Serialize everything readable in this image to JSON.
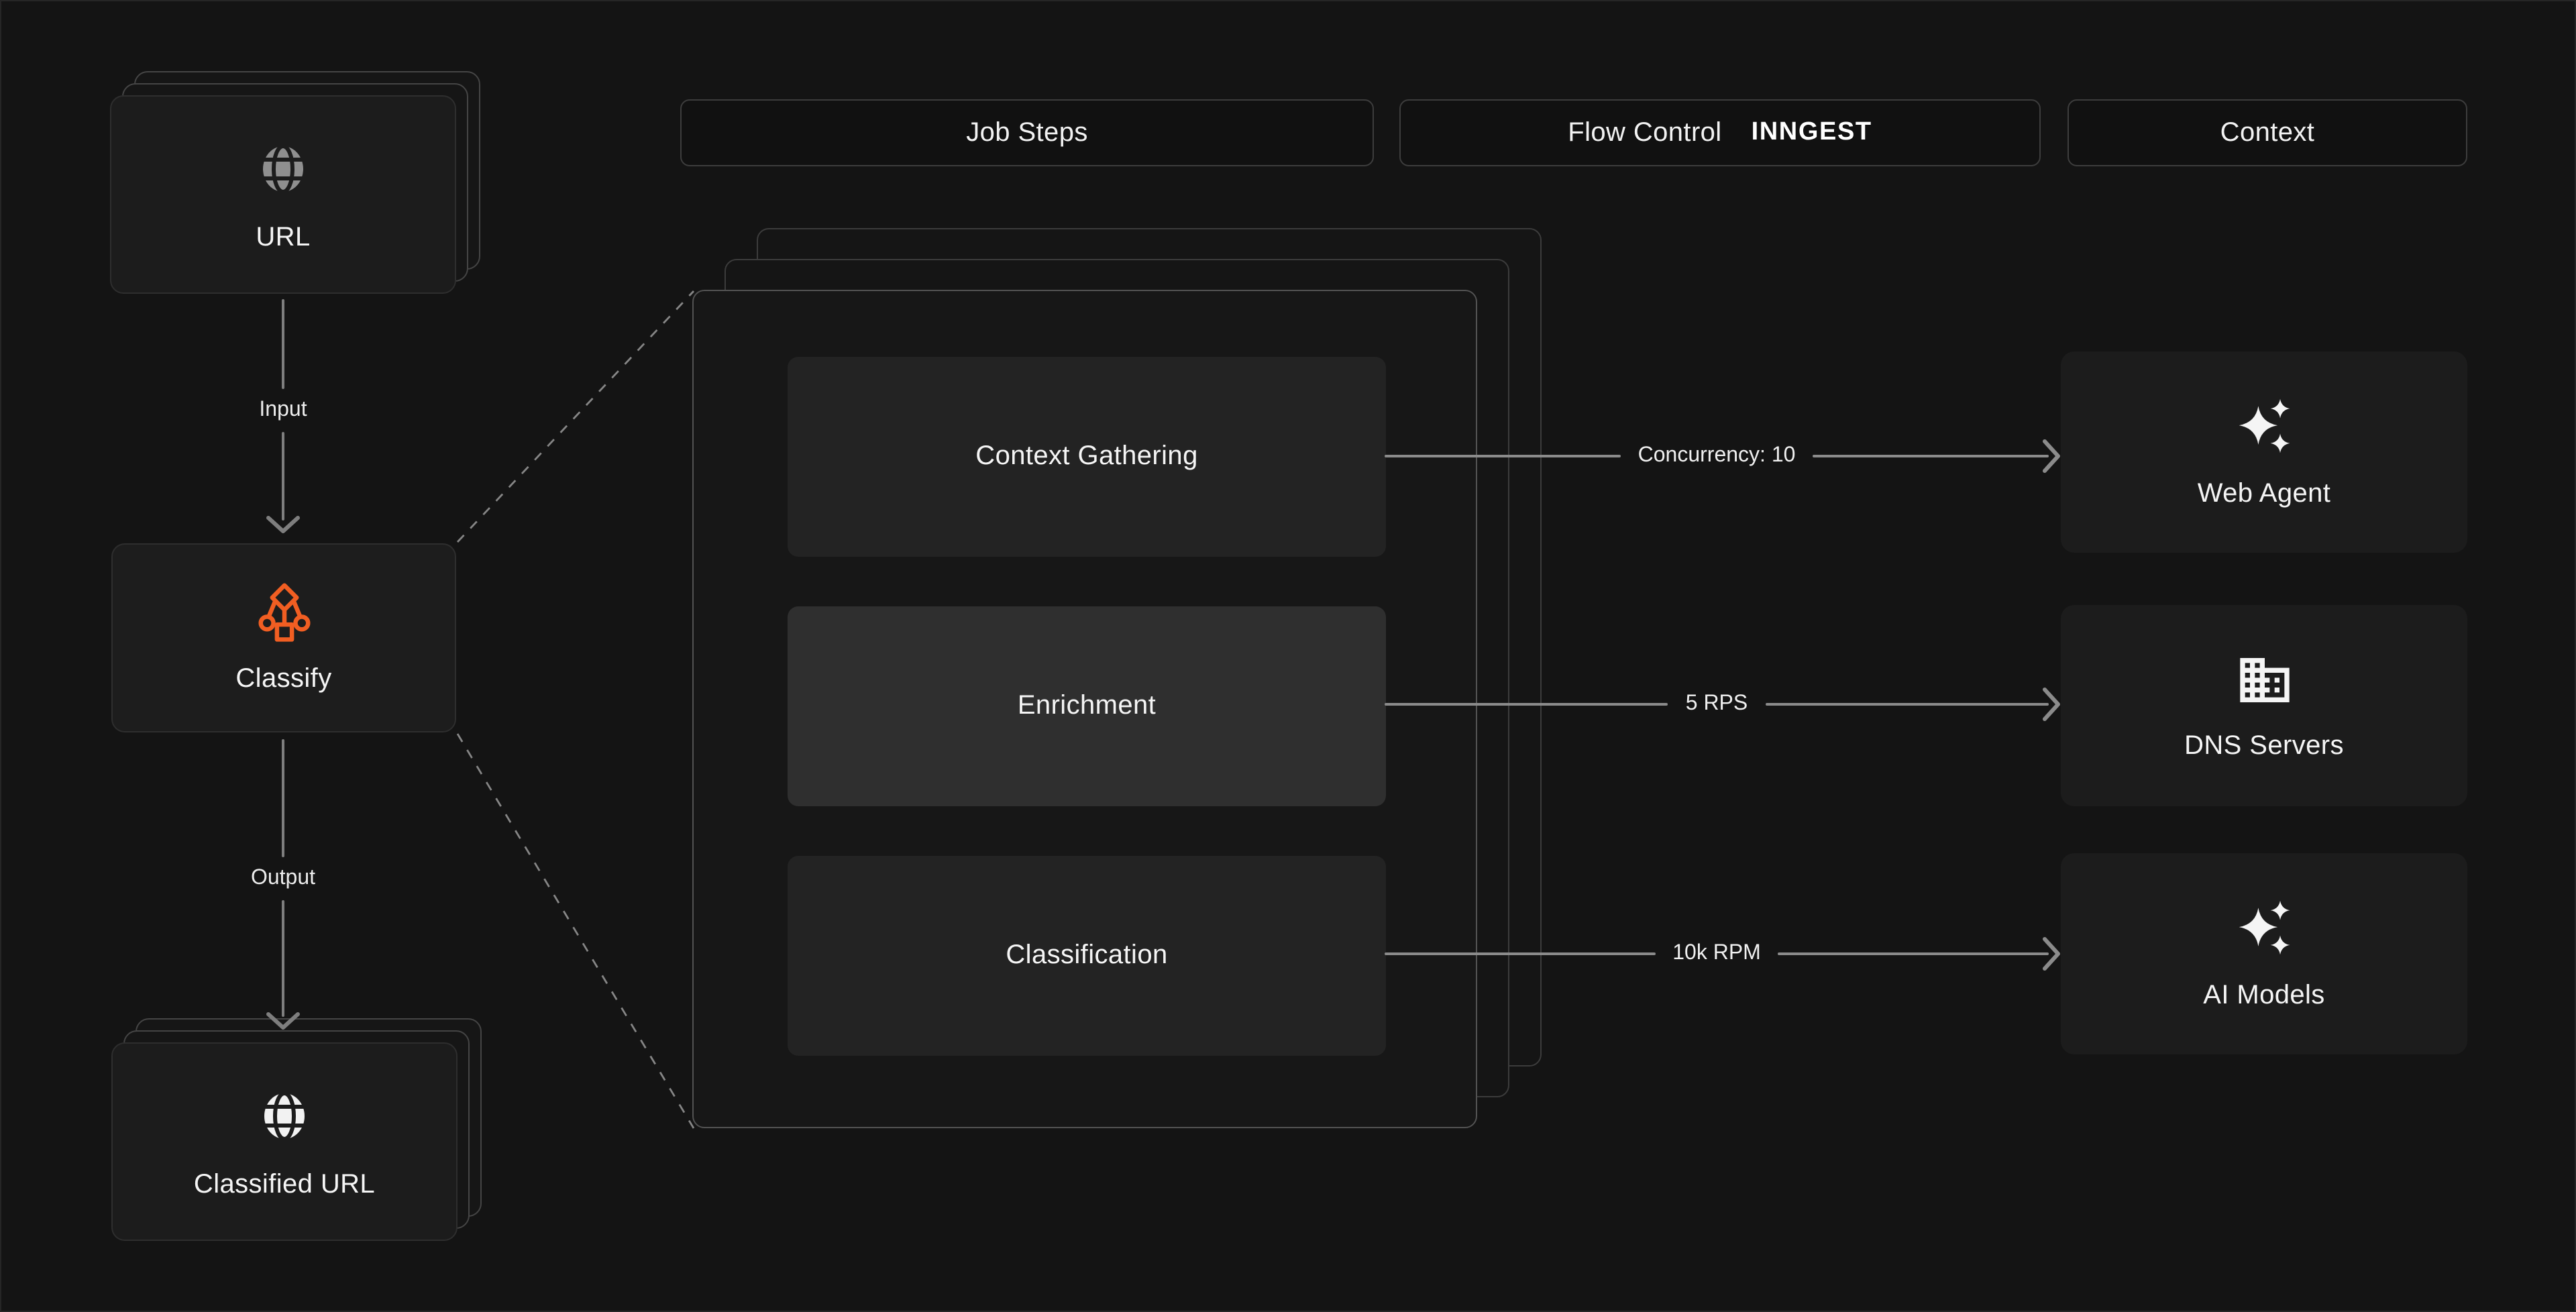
{
  "header_row": {
    "job_steps_label": "Job Steps",
    "flow_control_label": "Flow Control",
    "brand_logo": "INNGEST",
    "context_label": "Context"
  },
  "input_pipeline": {
    "url_card": {
      "label": "URL",
      "icon": "globe-icon"
    },
    "input_arrow_label": "Input",
    "classify_card": {
      "label": "Classify",
      "icon": "classify-workflow-icon"
    },
    "output_arrow_label": "Output",
    "classified_url_card": {
      "label": "Classified URL",
      "icon": "globe-icon"
    }
  },
  "job_steps": [
    {
      "label": "Context Gathering"
    },
    {
      "label": "Enrichment"
    },
    {
      "label": "Classification"
    }
  ],
  "flow_control_arrows": [
    {
      "label": "Concurrency: 10"
    },
    {
      "label": "5 RPS"
    },
    {
      "label": "10k RPM"
    }
  ],
  "context_services": [
    {
      "label": "Web Agent",
      "icon": "sparkles-icon"
    },
    {
      "label": "DNS Servers",
      "icon": "building-icon"
    },
    {
      "label": "AI Models",
      "icon": "sparkles-icon"
    }
  ],
  "colors": {
    "background": "#141414",
    "accent_orange": "#F15E22",
    "arrow_gray": "#8B8B8B",
    "card_background": "#1C1C1C",
    "step_box": "#232323",
    "step_box_highlighted": "#2F2F2F"
  }
}
